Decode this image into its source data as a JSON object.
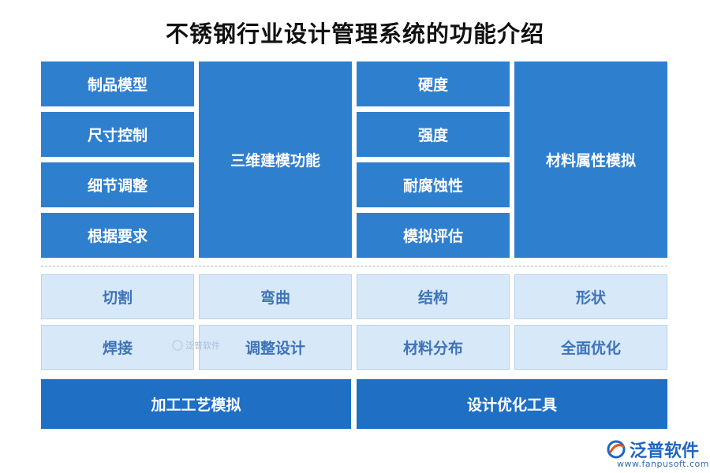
{
  "title": "不锈钢行业设计管理系统的功能介绍",
  "top_section": {
    "left_items": [
      "制品模型",
      "尺寸控制",
      "细节调整",
      "根据要求"
    ],
    "left_group": "三维建模功能",
    "right_items": [
      "硬度",
      "强度",
      "耐腐蚀性",
      "模拟评估"
    ],
    "right_group": "材料属性模拟"
  },
  "middle_section": {
    "row1": [
      "切割",
      "弯曲",
      "结构",
      "形状"
    ],
    "row2": [
      "焊接",
      "调整设计",
      "材料分布",
      "全面优化"
    ]
  },
  "bottom_section": {
    "left": "加工工艺模拟",
    "right": "设计优化工具"
  },
  "watermark": "泛普软件",
  "logo": {
    "text": "泛普软件",
    "url": "www.fanpusoft.com"
  },
  "colors": {
    "dark_box": "#2f7fcf",
    "light_box": "#d7e8f9",
    "light_text": "#3d73b8",
    "bottom_box": "#1f6fc4"
  }
}
